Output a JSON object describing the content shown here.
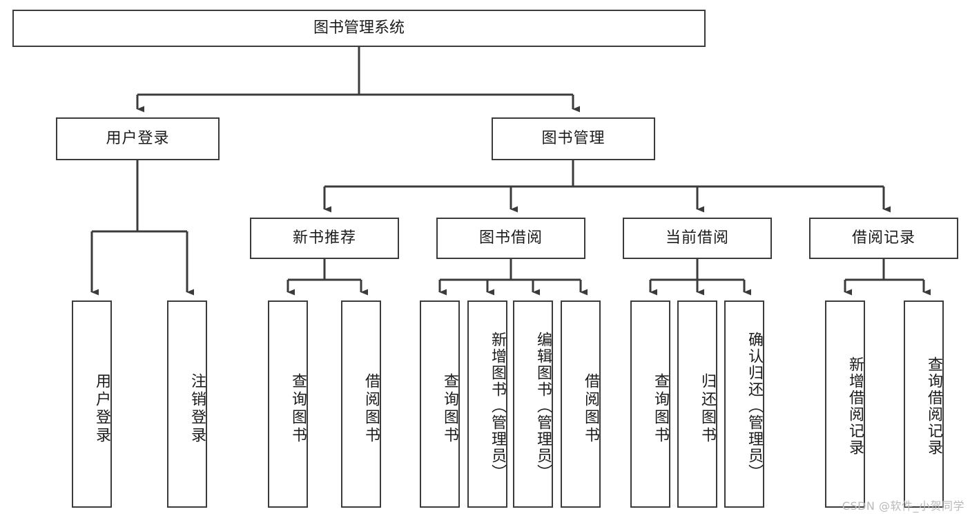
{
  "diagram": {
    "title": "图书管理系统",
    "type": "hierarchy-tree",
    "watermark": "CSDN @软件_小贺同学",
    "colors": {
      "box_border": "#3b3b3b",
      "connector": "#3b3b3b",
      "background": "#ffffff",
      "text": "#1b1b1b",
      "watermark": "#b9b9b9"
    },
    "levels": {
      "level1": [
        {
          "id": "root",
          "label": "图书管理系统"
        }
      ],
      "level2": [
        {
          "id": "user-login",
          "label": "用户登录",
          "parent": "root"
        },
        {
          "id": "book-manage",
          "label": "图书管理",
          "parent": "root"
        }
      ],
      "level3": [
        {
          "id": "new-book-rec",
          "label": "新书推荐",
          "parent": "book-manage"
        },
        {
          "id": "book-borrow",
          "label": "图书借阅",
          "parent": "book-manage"
        },
        {
          "id": "current-borrow",
          "label": "当前借阅",
          "parent": "book-manage"
        },
        {
          "id": "borrow-record",
          "label": "借阅记录",
          "parent": "book-manage"
        }
      ],
      "level4": [
        {
          "id": "leaf-user-login",
          "label": "用户登录",
          "parent": "user-login"
        },
        {
          "id": "leaf-user-logout",
          "label": "注销登录",
          "parent": "user-login"
        },
        {
          "id": "leaf-query-book-1",
          "label": "查询图书",
          "parent": "new-book-rec"
        },
        {
          "id": "leaf-borrow-book-1",
          "label": "借阅图书",
          "parent": "new-book-rec"
        },
        {
          "id": "leaf-query-book-2",
          "label": "查询图书",
          "parent": "book-borrow"
        },
        {
          "id": "leaf-add-book",
          "label": "新增图书（管理员）",
          "parent": "book-borrow"
        },
        {
          "id": "leaf-edit-book",
          "label": "编辑图书（管理员）",
          "parent": "book-borrow"
        },
        {
          "id": "leaf-borrow-book-2",
          "label": "借阅图书",
          "parent": "book-borrow"
        },
        {
          "id": "leaf-query-book-3",
          "label": "查询图书",
          "parent": "current-borrow"
        },
        {
          "id": "leaf-return-book",
          "label": "归还图书",
          "parent": "current-borrow"
        },
        {
          "id": "leaf-confirm-return",
          "label": "确认归还（管理员）",
          "parent": "current-borrow"
        },
        {
          "id": "leaf-add-record",
          "label": "新增借阅记录",
          "parent": "borrow-record"
        },
        {
          "id": "leaf-query-record",
          "label": "查询借阅记录",
          "parent": "borrow-record"
        }
      ]
    }
  }
}
